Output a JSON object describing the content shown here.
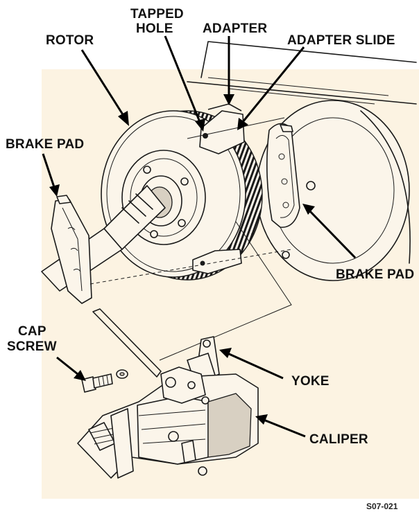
{
  "labels": {
    "rotor": "ROTOR",
    "tapped_hole_line1": "TAPPED",
    "tapped_hole_line2": "HOLE",
    "adapter": "ADAPTER",
    "adapter_slide": "ADAPTER SLIDE",
    "brake_pad_left": "BRAKE PAD",
    "brake_pad_right": "BRAKE PAD",
    "cap_screw_line1": "CAP",
    "cap_screw_line2": "SCREW",
    "yoke": "YOKE",
    "caliper": "CALIPER"
  },
  "figure_code": "S07-021",
  "colors": {
    "background": "#ffffff",
    "paper_tint": "#fcf3e2",
    "ink": "#1a1a1a"
  }
}
